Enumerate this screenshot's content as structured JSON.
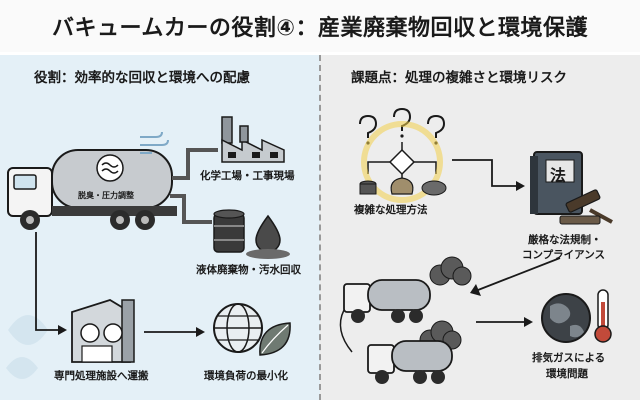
{
  "title": "バキュームカーの役割④：産業廃棄物回収と環境保護",
  "left": {
    "heading": "役割：効率的な回収と環境への配慮",
    "tank_label": "脱臭・圧力調整",
    "factory_label": "化学工場・工事現場",
    "liquid_label": "液体廃棄物・汚水回収",
    "facility_label": "専門処理施設へ運搬",
    "eco_label": "環境負荷の最小化"
  },
  "right": {
    "heading": "課題点：処理の複雑さと環境リスク",
    "complex_label": "複雑な処理方法",
    "law_book_text": "法",
    "law_label_line1": "厳格な法規制・",
    "law_label_line2": "コンプライアンス",
    "exhaust_label_line1": "排気ガスによる",
    "exhaust_label_line2": "環境問題"
  },
  "colors": {
    "left_bg": "#e4f0f7",
    "right_bg": "#ededed",
    "accent_yellow": "#f2d04a",
    "ink": "#1a1a1a"
  }
}
